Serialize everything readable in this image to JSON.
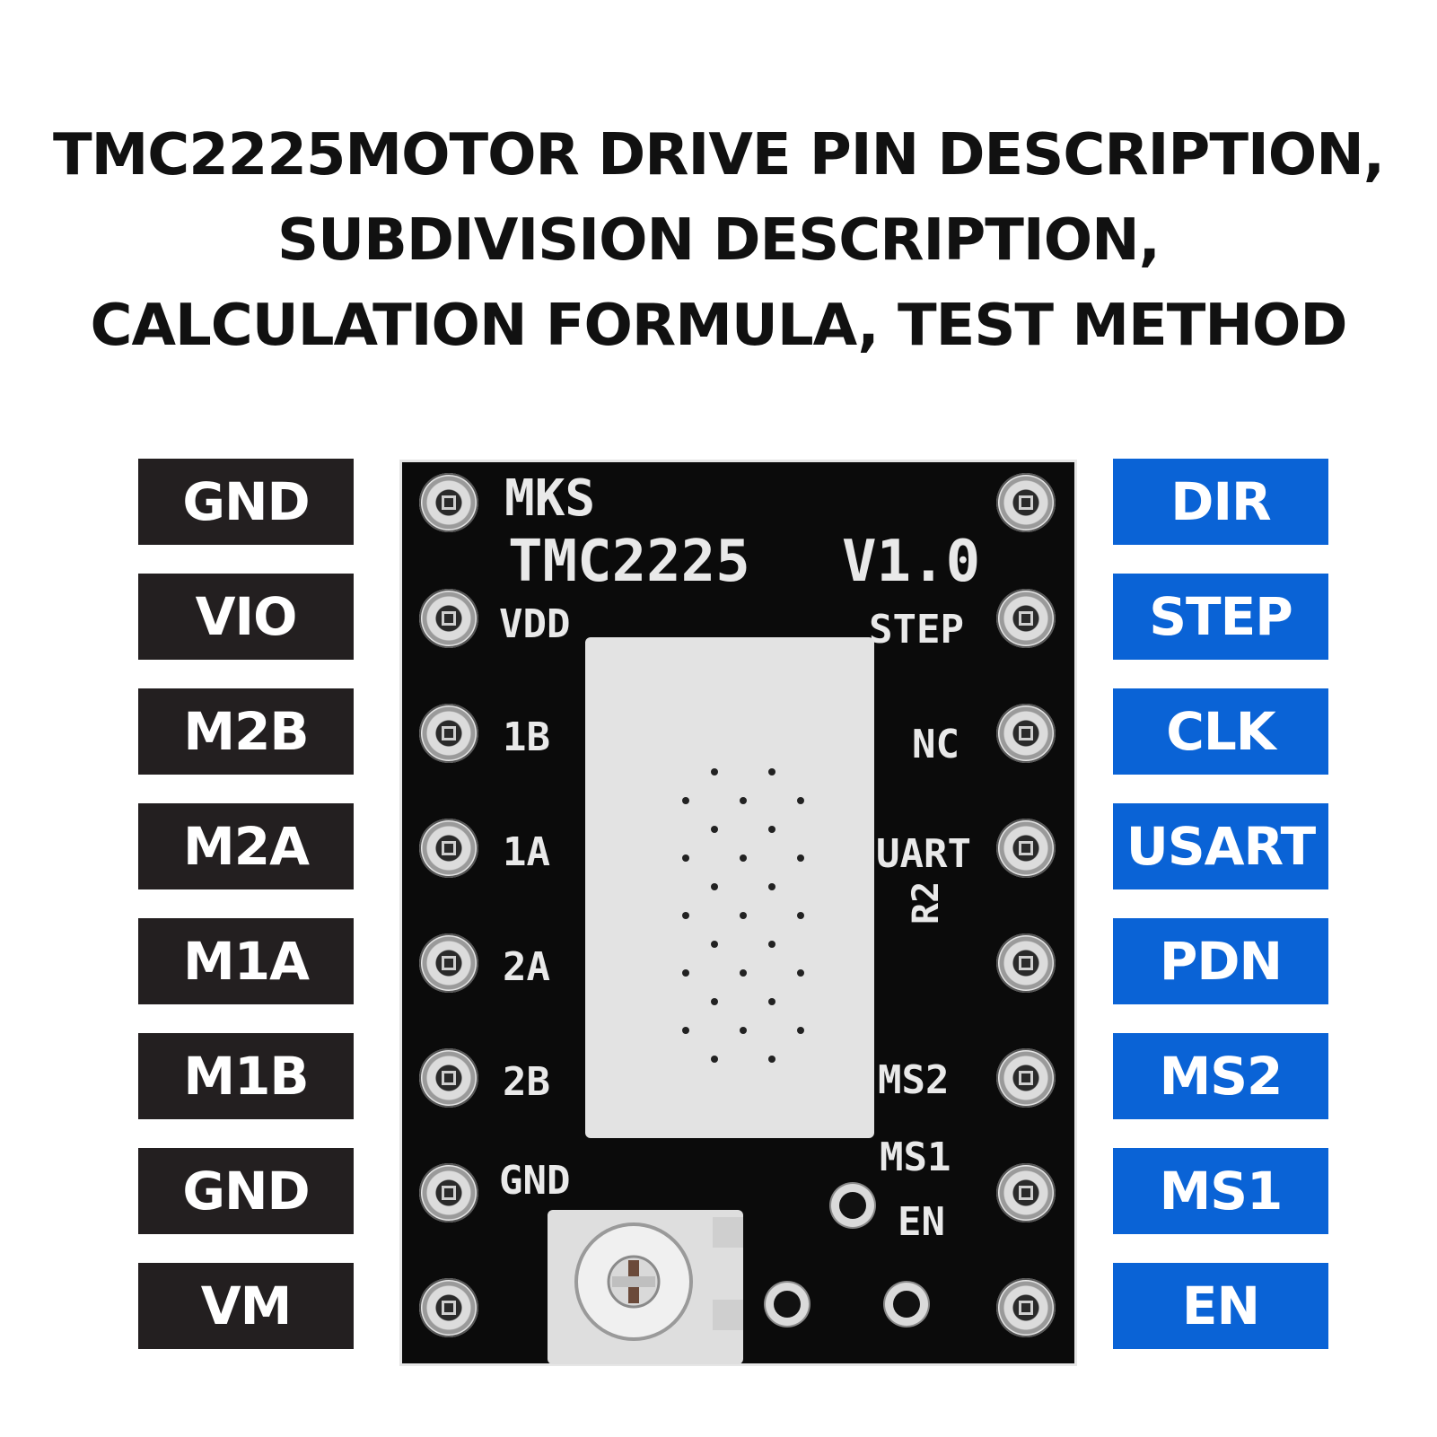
{
  "title": {
    "line1": "TMC2225MOTOR DRIVE PIN DESCRIPTION,",
    "line2": "SUBDIVISION DESCRIPTION,",
    "line3": "CALCULATION FORMULA, TEST METHOD"
  },
  "left_labels": [
    "GND",
    "VIO",
    "M2B",
    "M2A",
    "M1A",
    "M1B",
    "GND",
    "VM"
  ],
  "right_labels": [
    "DIR",
    "STEP",
    "CLK",
    "USART",
    "PDN",
    "MS2",
    "MS1",
    "EN"
  ],
  "colors": {
    "left_label_bg": "#231f20",
    "right_label_bg": "#0a63d6",
    "board": "#0b0b0b"
  },
  "board": {
    "brand": "MKS",
    "model": "TMC2225",
    "version": "V1.0",
    "silk_left": [
      "VDD",
      "1B",
      "1A",
      "2A",
      "2B",
      "GND"
    ],
    "silk_right": [
      "STEP",
      "NC",
      "UART",
      "MS2",
      "MS1",
      "EN"
    ],
    "silk_resistor": "R2"
  }
}
